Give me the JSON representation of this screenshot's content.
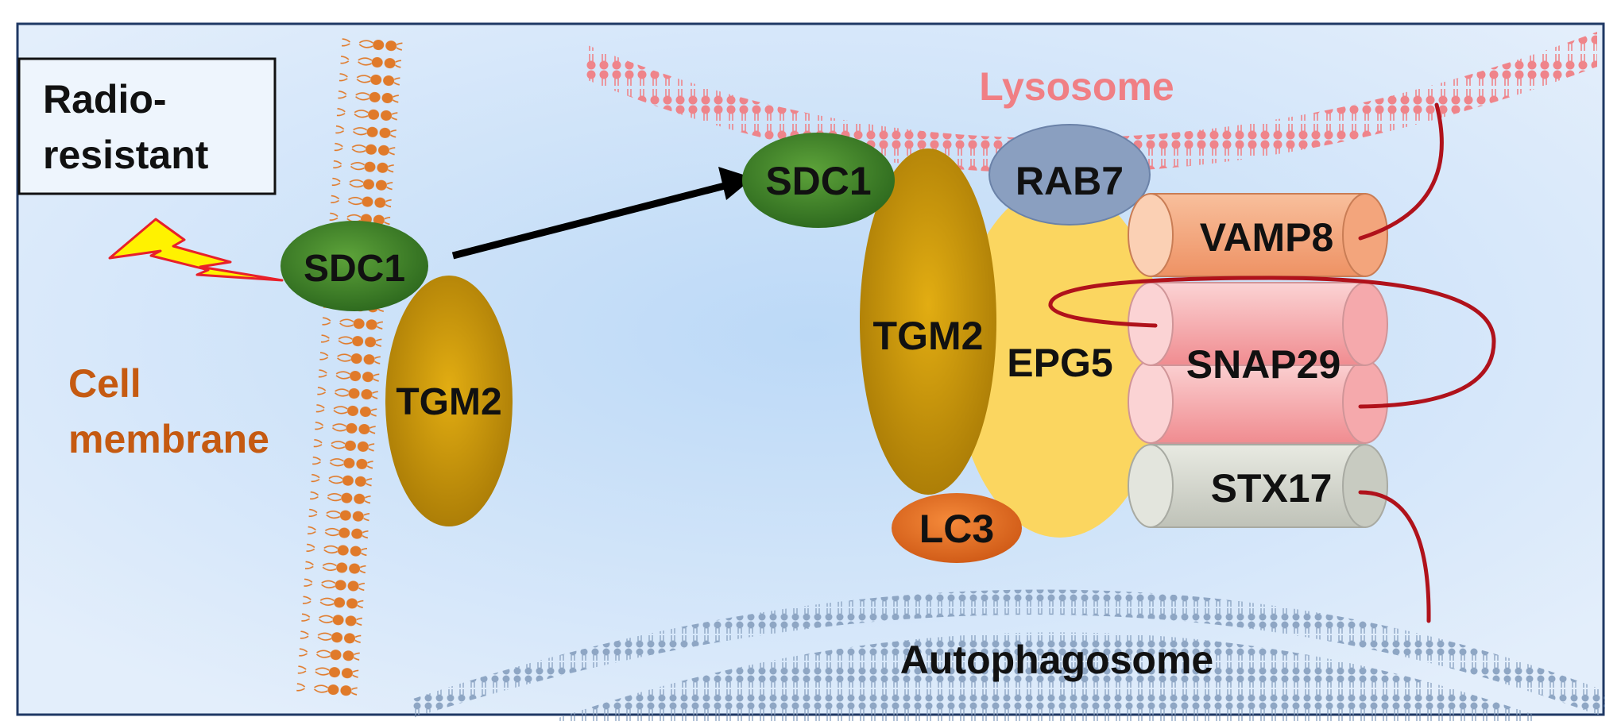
{
  "title_box": {
    "line1": "Radio-",
    "line2": "resistant"
  },
  "cell_membrane": {
    "line1": "Cell",
    "line2": "membrane"
  },
  "proteins": {
    "sdc1_membrane": "SDC1",
    "tgm2_membrane": "TGM2",
    "sdc1_complex": "SDC1",
    "tgm2_complex": "TGM2",
    "rab7": "RAB7",
    "epg5": "EPG5",
    "lc3": "LC3",
    "vamp8": "VAMP8",
    "snap29": "SNAP29",
    "stx17": "STX17"
  },
  "organelles": {
    "lysosome": "Lysosome",
    "autophagosome": "Autophagosome"
  },
  "colors": {
    "background": "#cfe3f8",
    "frame": "#1f3864",
    "sdc1": "#4a8a2e",
    "tgm2": "#c8960a",
    "rab7": "#8a9fc0",
    "epg5": "#fbd660",
    "lc3": "#e8742a",
    "vamp8": "#f4a57a",
    "snap29": "#f7b5b8",
    "stx17": "#d6d8d0",
    "lysosome": "#f07f84",
    "autophagosome": "#8ea6c4",
    "cell_membrane": "#e07a2a",
    "lightning": "#fff200",
    "tether": "#b0121b"
  }
}
